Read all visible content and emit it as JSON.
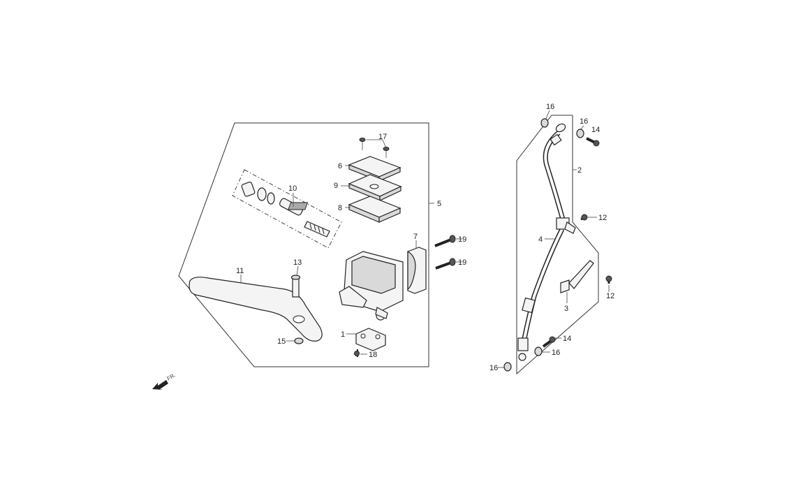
{
  "callouts": {
    "c1": "1",
    "c2": "2",
    "c3": "3",
    "c4": "4",
    "c5": "5",
    "c6": "6",
    "c7": "7",
    "c8": "8",
    "c9": "9",
    "c10": "10",
    "c11": "11",
    "c12a": "12",
    "c12b": "12",
    "c13": "13",
    "c14a": "14",
    "c14b": "14",
    "c15": "15",
    "c16a": "16",
    "c16b": "16",
    "c16c": "16",
    "c16d": "16",
    "c17": "17",
    "c18": "18",
    "c19a": "19",
    "c19b": "19"
  },
  "front_indicator": "FR."
}
